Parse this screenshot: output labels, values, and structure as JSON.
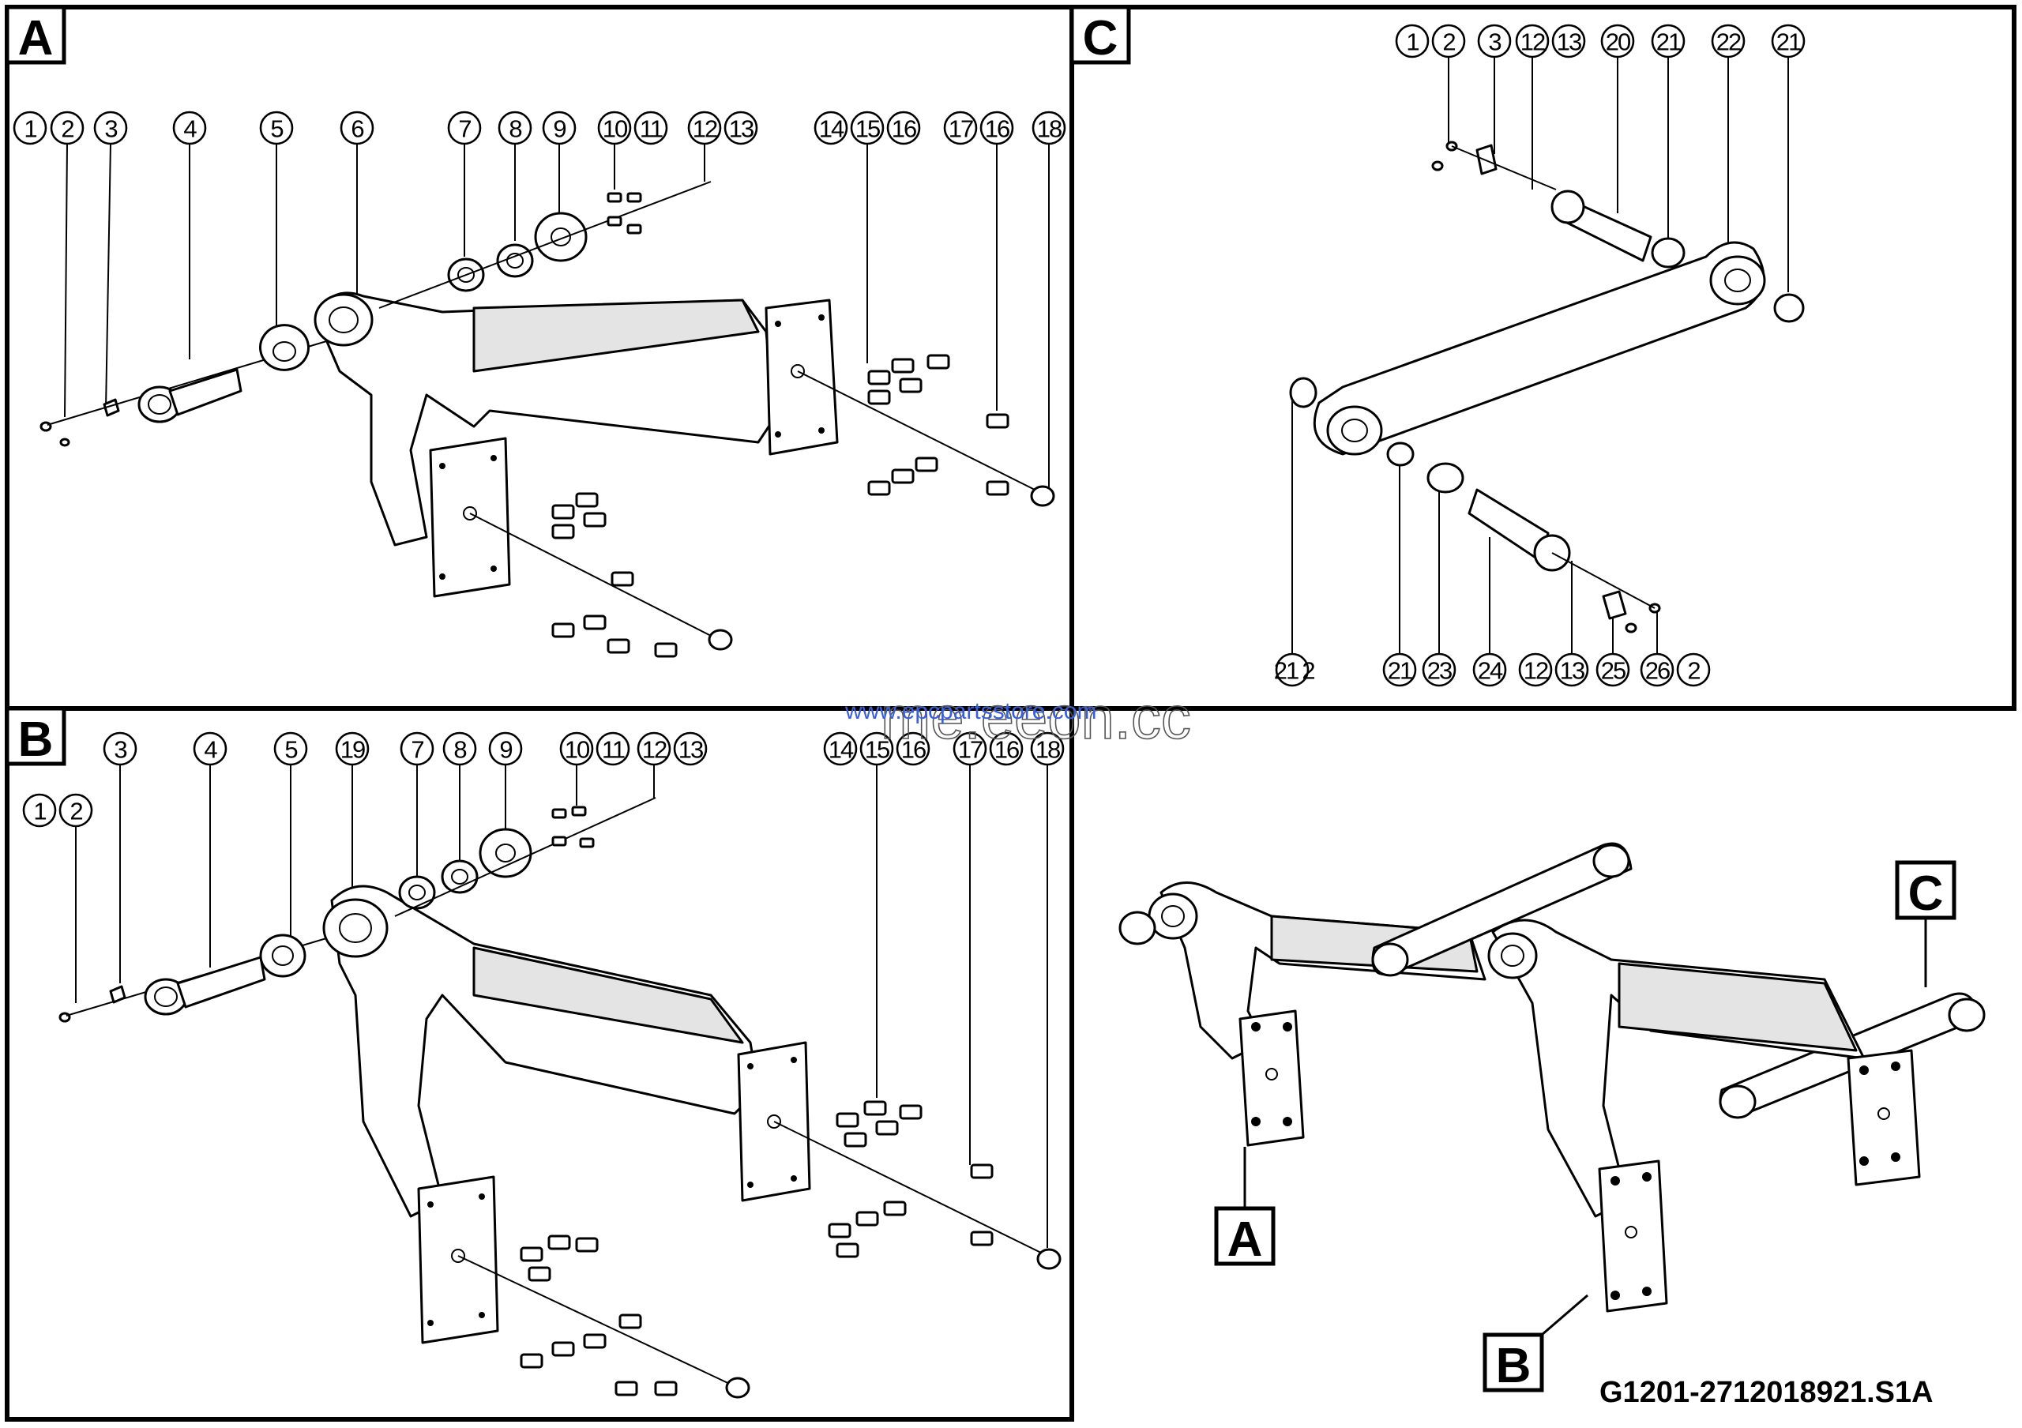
{
  "panels": {
    "a": {
      "tag": "A",
      "callouts": [
        "1",
        "2",
        "3",
        "4",
        "5",
        "6",
        "7",
        "8",
        "9",
        "10",
        "11",
        "12",
        "13",
        "14",
        "15",
        "16",
        "17",
        "16",
        "18"
      ]
    },
    "b": {
      "tag": "B",
      "callouts": [
        "3",
        "4",
        "5",
        "19",
        "7",
        "8",
        "9",
        "10",
        "11",
        "12",
        "13",
        "14",
        "15",
        "16",
        "17",
        "16",
        "18",
        "1",
        "2"
      ]
    },
    "c": {
      "tag": "C",
      "callouts_top": [
        "1",
        "2",
        "3",
        "12",
        "13",
        "20",
        "21",
        "22",
        "21"
      ],
      "callouts_bottom": [
        "21",
        "2",
        "21",
        "23",
        "24",
        "12",
        "13",
        "25",
        "26",
        "2"
      ]
    }
  },
  "overview": {
    "labels": [
      "A",
      "B",
      "C"
    ]
  },
  "watermarks": [
    "www.epcpartsstore.com",
    "me.eeon.cc"
  ],
  "figure_code": "G1201-2712018921.S1A"
}
